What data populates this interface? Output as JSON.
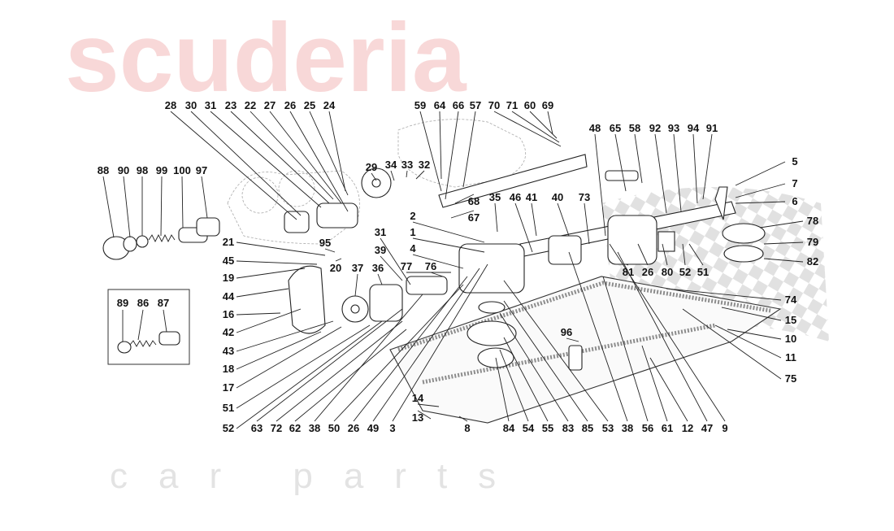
{
  "watermark": {
    "brand": "scuderia",
    "sub": "car parts",
    "color": "#f3b9b9"
  },
  "inset": {
    "labels": [
      "89",
      "86",
      "87"
    ]
  },
  "labels": [
    "28",
    "30",
    "31",
    "23",
    "22",
    "27",
    "26",
    "25",
    "24",
    "59",
    "64",
    "66",
    "57",
    "70",
    "71",
    "60",
    "69",
    "48",
    "65",
    "58",
    "92",
    "93",
    "94",
    "91",
    "88",
    "90",
    "98",
    "99",
    "100",
    "97",
    "29",
    "34",
    "33",
    "32",
    "5",
    "7",
    "6",
    "78",
    "79",
    "82",
    "2",
    "1",
    "4",
    "68",
    "67",
    "35",
    "46",
    "41",
    "40",
    "73",
    "81",
    "26",
    "80",
    "52",
    "51",
    "31",
    "39",
    "77",
    "76",
    "21",
    "95",
    "45",
    "20",
    "37",
    "36",
    "19",
    "44",
    "16",
    "42",
    "43",
    "18",
    "17",
    "51",
    "52",
    "63",
    "72",
    "62",
    "38",
    "50",
    "26",
    "49",
    "3",
    "14",
    "13",
    "8",
    "84",
    "54",
    "55",
    "83",
    "85",
    "53",
    "38",
    "56",
    "61",
    "12",
    "47",
    "9",
    "74",
    "15",
    "10",
    "11",
    "75",
    "96"
  ]
}
